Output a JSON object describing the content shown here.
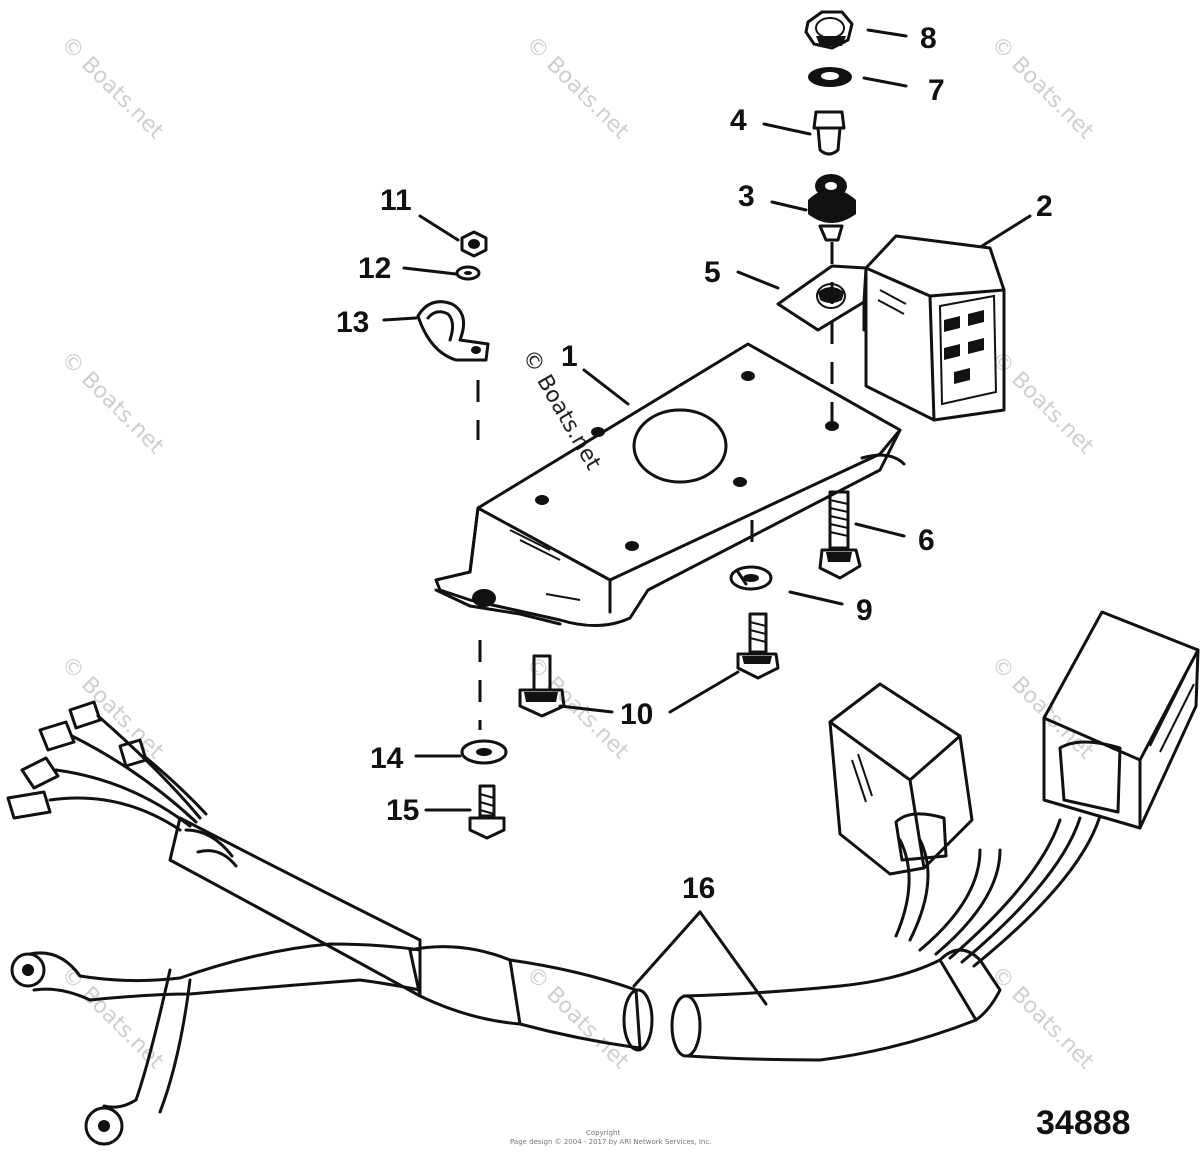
{
  "diagram": {
    "callouts": [
      "1",
      "2",
      "3",
      "4",
      "5",
      "6",
      "7",
      "8",
      "9",
      "10",
      "11",
      "12",
      "13",
      "14",
      "15",
      "16"
    ],
    "drawing_number": "34888",
    "watermark": "© Boats.net",
    "copyright_line1": "Copyright",
    "copyright_line2": "Page design © 2004 - 2017 by ARI Network Services, Inc."
  }
}
